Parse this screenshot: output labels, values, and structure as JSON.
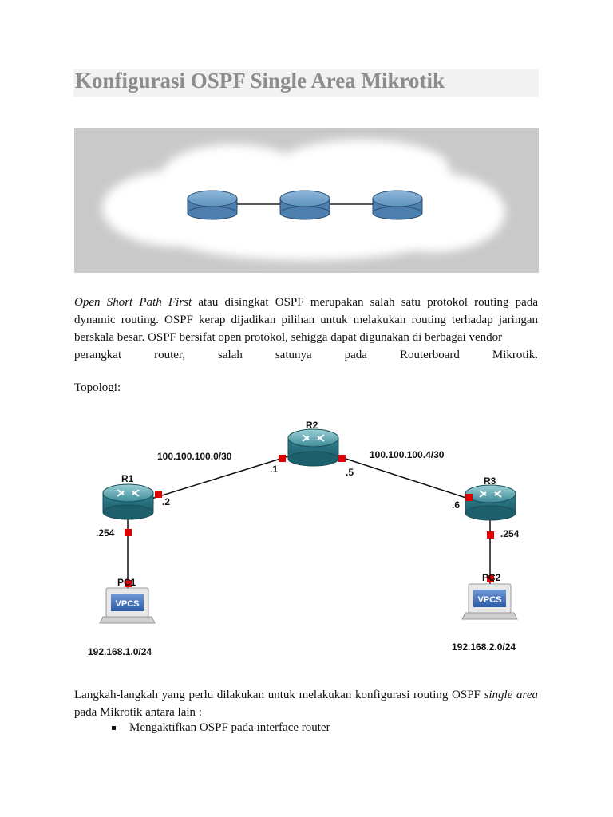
{
  "title": "Konfigurasi OSPF Single Area Mikrotik",
  "intro": {
    "italic_lead": "Open Short Path First",
    "line1_rest": " atau disingkat OSPF merupakan salah satu protokol routing pada dynamic routing. OSPF kerap dijadikan pilihan untuk melakukan routing terhadap jaringan berskala besar. OSPF bersifat open protokol, sehigga dapat digunakan di berbagai vendor",
    "last_line_words": [
      "perangkat",
      "router,",
      "salah",
      "satunya",
      "pada",
      "Routerboard",
      "Mikrotik."
    ]
  },
  "topology_label": "Topologi:",
  "topology": {
    "routers": [
      "R1",
      "R2",
      "R3"
    ],
    "networks": [
      "100.100.100.0/30",
      "100.100.100.4/30"
    ],
    "ip_suffixes": [
      ".2",
      ".1",
      ".5",
      ".6",
      ".254",
      ".254"
    ],
    "pcs": [
      "PC1",
      "PC2"
    ],
    "pc_text": "VPCS",
    "lans": [
      "192.168.1.0/24",
      "192.168.2.0/24"
    ],
    "link_color": "#e00000"
  },
  "steps_intro": {
    "text_before": "Langkah-langkah yang perlu dilakukan untuk melakukan konfigurasi routing OSPF ",
    "italic": "single area",
    "text_after": " pada Mikrotik antara lain :"
  },
  "bullets": [
    "Mengaktifkan OSPF pada interface router"
  ]
}
